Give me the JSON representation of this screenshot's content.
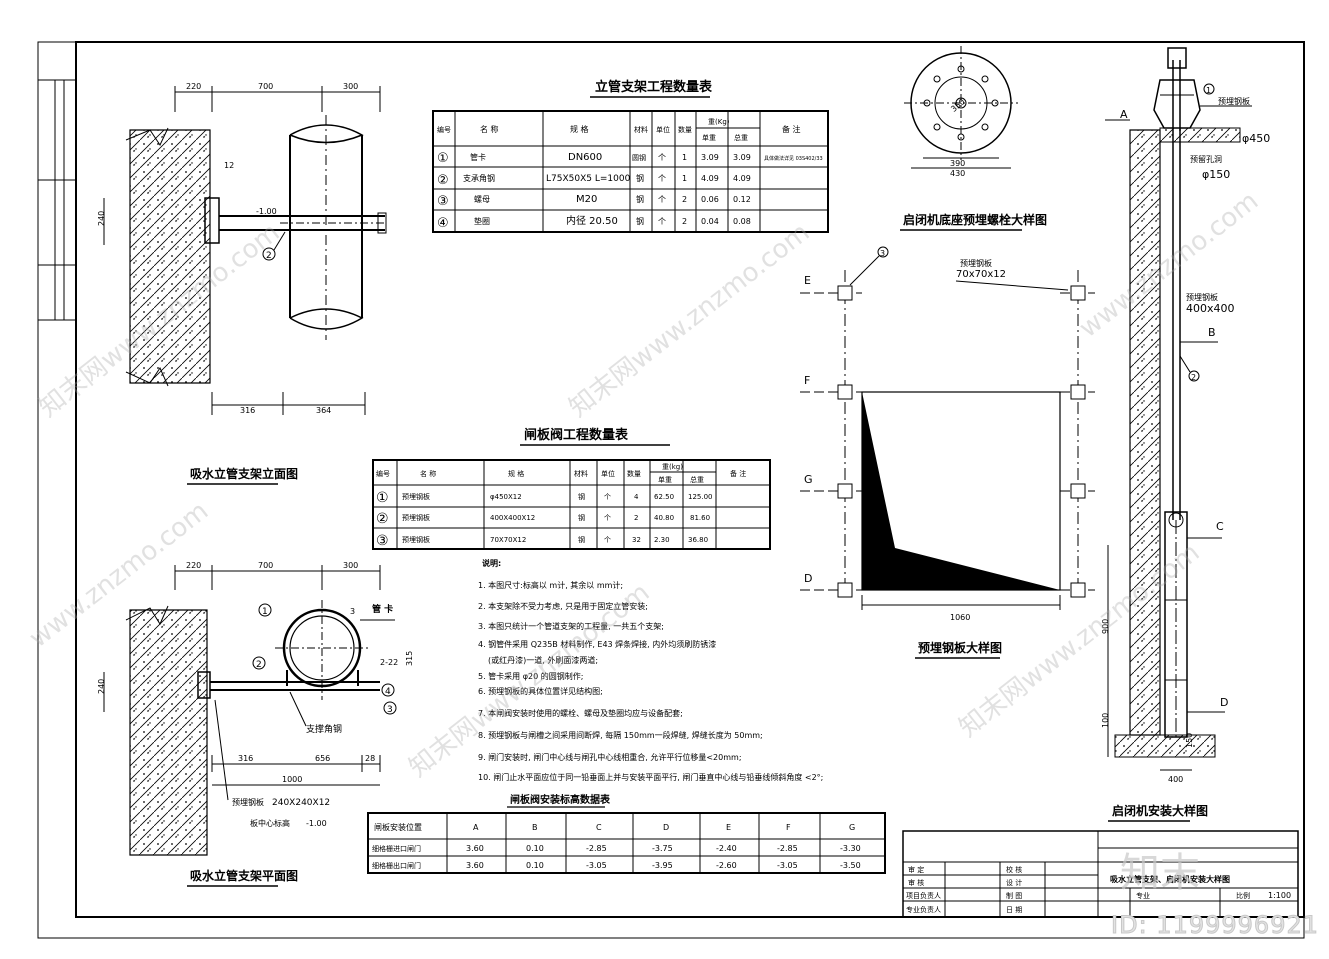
{
  "riser_table": {
    "title": "立管支架工程数量表",
    "headers": {
      "no": "编号",
      "name": "名 称",
      "spec": "规 格",
      "material": "材料",
      "unit": "单位",
      "qty": "数量",
      "weight": "重(Kg)",
      "unit_wt": "单重",
      "total_wt": "总重",
      "remark": "备 注"
    },
    "rows": [
      {
        "no": "①",
        "name": "管卡",
        "spec": "DN600",
        "material": "圆钢",
        "unit": "个",
        "qty": "1",
        "unit_wt": "3.09",
        "total_wt": "3.09",
        "remark": "具体做法详见 03S402/33"
      },
      {
        "no": "②",
        "name": "支承角钢",
        "spec": "L75X50X5 L=1000",
        "material": "钢",
        "unit": "个",
        "qty": "1",
        "unit_wt": "4.09",
        "total_wt": "4.09",
        "remark": ""
      },
      {
        "no": "③",
        "name": "螺母",
        "spec": "M20",
        "material": "钢",
        "unit": "个",
        "qty": "2",
        "unit_wt": "0.06",
        "total_wt": "0.12",
        "remark": ""
      },
      {
        "no": "④",
        "name": "垫圈",
        "spec": "内径 20.50",
        "material": "钢",
        "unit": "个",
        "qty": "2",
        "unit_wt": "0.04",
        "total_wt": "0.08",
        "remark": ""
      }
    ]
  },
  "gate_table": {
    "title": "闸板阀工程数量表",
    "headers": {
      "no": "编号",
      "name": "名 称",
      "spec": "规 格",
      "material": "材料",
      "unit": "单位",
      "qty": "数量",
      "weight": "重(kg)",
      "unit_wt": "单重",
      "total_wt": "总重",
      "remark": "备 注"
    },
    "rows": [
      {
        "no": "①",
        "name": "预埋钢板",
        "spec": "φ450X12",
        "material": "钢",
        "unit": "个",
        "qty": "4",
        "unit_wt": "62.50",
        "total_wt": "125.00"
      },
      {
        "no": "②",
        "name": "预埋钢板",
        "spec": "400X400X12",
        "material": "钢",
        "unit": "个",
        "qty": "2",
        "unit_wt": "40.80",
        "total_wt": "81.60"
      },
      {
        "no": "③",
        "name": "预埋钢板",
        "spec": "70X70X12",
        "material": "钢",
        "unit": "个",
        "qty": "32",
        "unit_wt": "2.30",
        "total_wt": "36.80"
      }
    ]
  },
  "notes": {
    "title": "说明:",
    "items": [
      "1. 本图尺寸:标高以 m计, 其余以 mm计;",
      "2. 本支架除不受力考虑, 只是用于固定立管安装;",
      "3. 本图只统计一个管道支架的工程量, 一共五个支架;",
      "4. 钢管件采用 Q235B  材料制作, E43 焊条焊接, 内外均须刷防锈漆",
      "(或红丹漆)一道, 外刷面漆两道;",
      "5. 管卡采用 φ20 的圆钢制作;",
      "6. 预埋钢板的具体位置详见结构图;",
      "7. 本闸阀安装时使用的螺栓、螺母及垫圈均应与设备配套;",
      "8. 预埋钢板与闸槽之间采用间断焊, 每隔 150mm一段焊缝, 焊缝长度为 50mm;",
      "9. 闸门安装时, 闸门中心线与闸孔中心线相重合, 允许平行位移量<20mm;",
      "10. 闸门止水平面应位于同一铅垂面上并与安装平面平行, 闸门垂直中心线与铅垂线倾斜角度 <2°;"
    ]
  },
  "elev_table": {
    "title": "闸板阀安装标高数据表",
    "headers": [
      "闸板安装位置",
      "A",
      "B",
      "C",
      "D",
      "E",
      "F",
      "G"
    ],
    "rows": [
      [
        "细格栅进口闸门",
        "3.60",
        "0.10",
        "-2.85",
        "-3.75",
        "-2.40",
        "-2.85",
        "-3.30"
      ],
      [
        "细格栅出口闸门",
        "3.60",
        "0.10",
        "-3.05",
        "-3.95",
        "-2.60",
        "-3.05",
        "-3.50"
      ]
    ]
  },
  "drawing_titles": {
    "elevation": "吸水立管支架立面图",
    "plan": "吸水立管支架平面图",
    "bolt": "启闭机底座预埋螺栓大样图",
    "plate": "预埋钢板大样图",
    "hoist": "启闭机安装大样图"
  },
  "dims": {
    "d220": "220",
    "d700": "700",
    "d300": "300",
    "d240": "240",
    "d316": "316",
    "d364": "364",
    "d12": "12",
    "d656": "656",
    "d28": "28",
    "d1000": "1000",
    "d315": "315",
    "d1060": "1060",
    "d900": "900",
    "d100": "100",
    "d400": "400",
    "d150": "150",
    "d390": "390",
    "d430": "430",
    "d350": "350",
    "elev_mark": "-1.00",
    "plate_spec": "240X240X12",
    "plate_label": "预埋钢板",
    "center_elev": "板中心标高",
    "pipe_clamp": "管 卡",
    "support_angle": "支撑角钢",
    "bolt_label": "2-22",
    "p70": "70x70x12",
    "p70_label": "预埋钢板",
    "p400": "400x400",
    "p400_label": "预埋钢板",
    "phi450": "φ450",
    "phi150": "φ150",
    "hole_label": "预留孔洞",
    "embed_plate": "预埋钢板"
  },
  "levels": [
    "A",
    "B",
    "C",
    "D",
    "E",
    "F",
    "G"
  ],
  "title_block": {
    "labels": [
      "审 定",
      "审 核",
      "项目负责人",
      "专业负责人",
      "校 核",
      "设 计",
      "制 图",
      "日 期",
      "专业",
      "比例"
    ],
    "scale": "1:100",
    "sheet_name": "吸水立管支架、启闭机安装大样图"
  },
  "watermarks": [
    "知末网www.znzmo.com",
    "www.znzmo.com"
  ],
  "logo": "知末",
  "image_id": "ID: 1199996921"
}
